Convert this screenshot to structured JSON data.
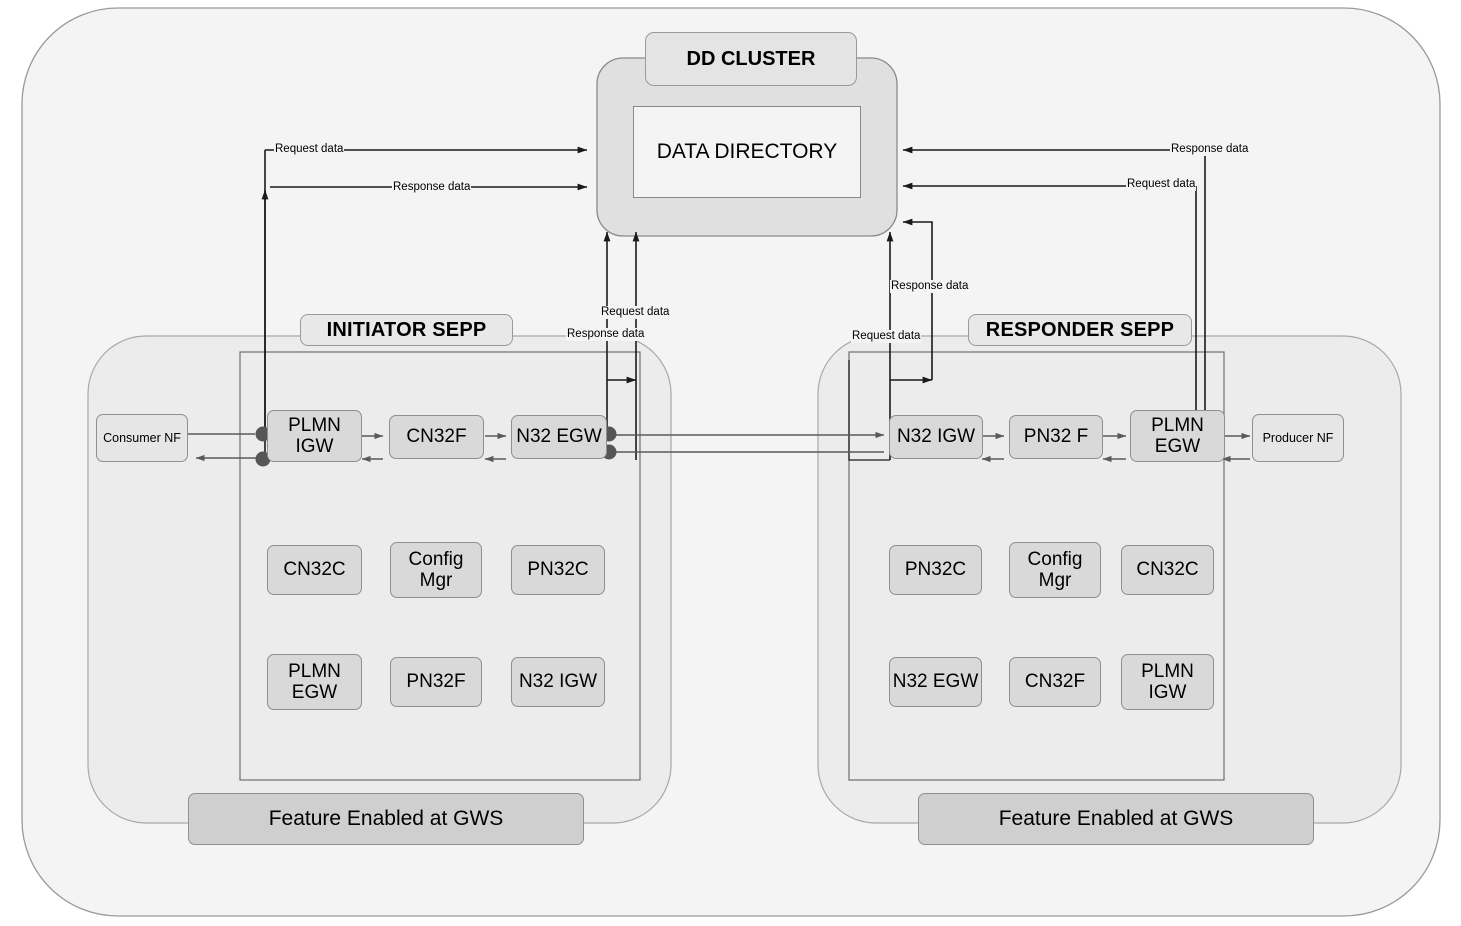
{
  "diagram": {
    "title_hidden": "",
    "colors": {
      "outer_fill": "#f4f4f4",
      "sepp_fill": "#ececec",
      "node_fill": "#d9d9d9",
      "node_stroke": "#8f8f8f",
      "banner_fill": "#cfcfcf",
      "line": "#4d4d4d",
      "arrow_dark": "#1a1a1a",
      "dot": "#555555"
    },
    "dd_cluster": {
      "title": "DD CLUSTER",
      "directory_label": "DATA DIRECTORY"
    },
    "left_sepp": {
      "title": "INITIATOR SEPP",
      "external_nf": "Consumer NF",
      "banner": "Feature Enabled at GWS",
      "chain": [
        "PLMN IGW",
        "CN32F",
        "N32 EGW"
      ],
      "grid": [
        "CN32C",
        "Config Mgr",
        "PN32C",
        "PLMN EGW",
        "PN32F",
        "N32 IGW"
      ]
    },
    "right_sepp": {
      "title": "RESPONDER SEPP",
      "external_nf": "Producer NF",
      "banner": "Feature Enabled at GWS",
      "chain": [
        "N32 IGW",
        "PN32 F",
        "PLMN EGW"
      ],
      "grid": [
        "PN32C",
        "Config Mgr",
        "CN32C",
        "N32 EGW",
        "CN32F",
        "PLMN IGW"
      ]
    },
    "edge_labels": {
      "left_top_request": "Request data",
      "left_top_response": "Response data",
      "center_request": "Request data",
      "center_response": "Response data",
      "right_center_response": "Response data",
      "right_center_request": "Request data",
      "right_top_response": "Response data",
      "right_top_request": "Request data"
    }
  }
}
